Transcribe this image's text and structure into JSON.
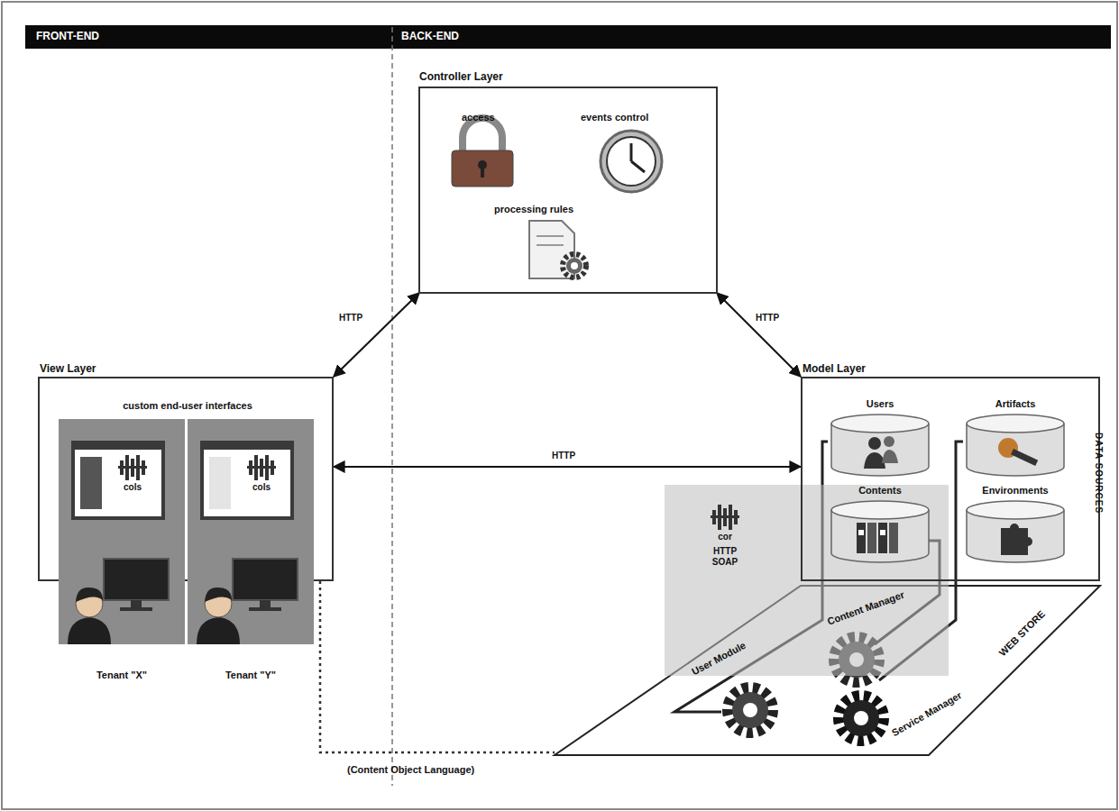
{
  "diagram": {
    "nodes": [
      {
        "text": [
          "View Layer",
          "custom end-user interfaces"
        ]
      },
      {
        "text": [
          "cols",
          "Tenant \"X\""
        ]
      },
      {
        "text": [
          "cols",
          "Tenant \"Y\""
        ]
      },
      {
        "text": [
          "Controller Layer"
        ]
      },
      {
        "text": [
          "Model Layer",
          "DATA SOURCES"
        ]
      },
      {
        "text": [
          "Users"
        ],
        "in": 4
      },
      {
        "text": [
          "Artifacts"
        ],
        "in": 4
      },
      {
        "text": [
          "Contents"
        ],
        "in": 4
      },
      {
        "text": [
          "Environments"
        ],
        "in": 4
      },
      {
        "text": [
          "cor",
          "HTTP SOAP"
        ]
      }
    ],
    "edges": [
      {
        "from": 0,
        "to": 3,
        "label": "HTTP",
        "arrow": "both"
      },
      {
        "from": 3,
        "to": 4,
        "label": "HTTP",
        "arrow": "both"
      },
      {
        "from": 0,
        "to": 4,
        "label": "HTTP",
        "arrow": "both"
      }
    ],
    "labels": [
      "FRONT-END",
      "BACK-END",
      "access",
      "events control",
      "processing rules",
      "User Module",
      "Content Manager",
      "Service Manager",
      "WEB STORE",
      "(Content Object Language)"
    ]
  }
}
